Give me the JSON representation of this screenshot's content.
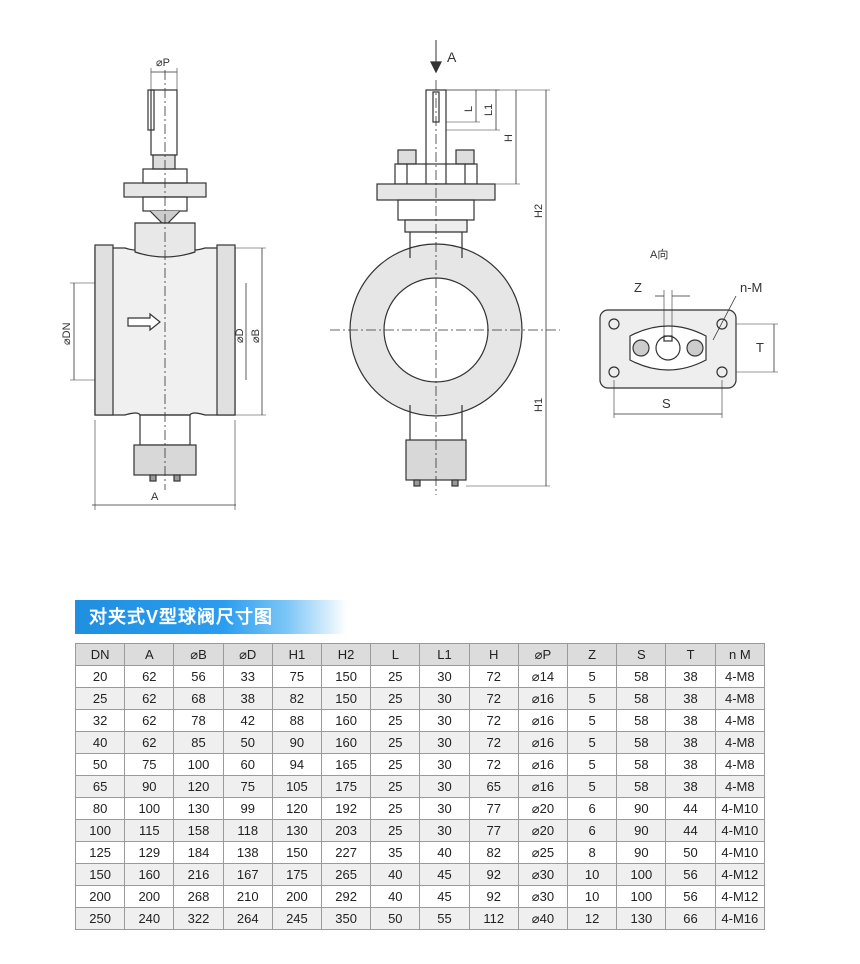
{
  "drawing": {
    "labels": {
      "phi_p": "⌀P",
      "phi_dn": "⌀DN",
      "phi_d": "⌀D",
      "phi_b": "⌀B",
      "a_width": "A",
      "a_arrow": "A",
      "l": "L",
      "l1": "L1",
      "h": "H",
      "h1": "H1",
      "h2": "H2",
      "view_a": "A向",
      "z": "Z",
      "n_m": "n-M",
      "t": "T",
      "s": "S"
    }
  },
  "table": {
    "title": "对夹式V型球阀尺寸图",
    "columns": [
      "DN",
      "A",
      "⌀B",
      "⌀D",
      "H1",
      "H2",
      "L",
      "L1",
      "H",
      "⌀P",
      "Z",
      "S",
      "T",
      "n M"
    ],
    "rows": [
      [
        "20",
        "62",
        "56",
        "33",
        "75",
        "150",
        "25",
        "30",
        "72",
        "⌀14",
        "5",
        "58",
        "38",
        "4-M8"
      ],
      [
        "25",
        "62",
        "68",
        "38",
        "82",
        "150",
        "25",
        "30",
        "72",
        "⌀16",
        "5",
        "58",
        "38",
        "4-M8"
      ],
      [
        "32",
        "62",
        "78",
        "42",
        "88",
        "160",
        "25",
        "30",
        "72",
        "⌀16",
        "5",
        "58",
        "38",
        "4-M8"
      ],
      [
        "40",
        "62",
        "85",
        "50",
        "90",
        "160",
        "25",
        "30",
        "72",
        "⌀16",
        "5",
        "58",
        "38",
        "4-M8"
      ],
      [
        "50",
        "75",
        "100",
        "60",
        "94",
        "165",
        "25",
        "30",
        "72",
        "⌀16",
        "5",
        "58",
        "38",
        "4-M8"
      ],
      [
        "65",
        "90",
        "120",
        "75",
        "105",
        "175",
        "25",
        "30",
        "65",
        "⌀16",
        "5",
        "58",
        "38",
        "4-M8"
      ],
      [
        "80",
        "100",
        "130",
        "99",
        "120",
        "192",
        "25",
        "30",
        "77",
        "⌀20",
        "6",
        "90",
        "44",
        "4-M10"
      ],
      [
        "100",
        "115",
        "158",
        "118",
        "130",
        "203",
        "25",
        "30",
        "77",
        "⌀20",
        "6",
        "90",
        "44",
        "4-M10"
      ],
      [
        "125",
        "129",
        "184",
        "138",
        "150",
        "227",
        "35",
        "40",
        "82",
        "⌀25",
        "8",
        "90",
        "50",
        "4-M10"
      ],
      [
        "150",
        "160",
        "216",
        "167",
        "175",
        "265",
        "40",
        "45",
        "92",
        "⌀30",
        "10",
        "100",
        "56",
        "4-M12"
      ],
      [
        "200",
        "200",
        "268",
        "210",
        "200",
        "292",
        "40",
        "45",
        "92",
        "⌀30",
        "10",
        "100",
        "56",
        "4-M12"
      ],
      [
        "250",
        "240",
        "322",
        "264",
        "245",
        "350",
        "50",
        "55",
        "112",
        "⌀40",
        "12",
        "130",
        "66",
        "4-M16"
      ]
    ]
  }
}
